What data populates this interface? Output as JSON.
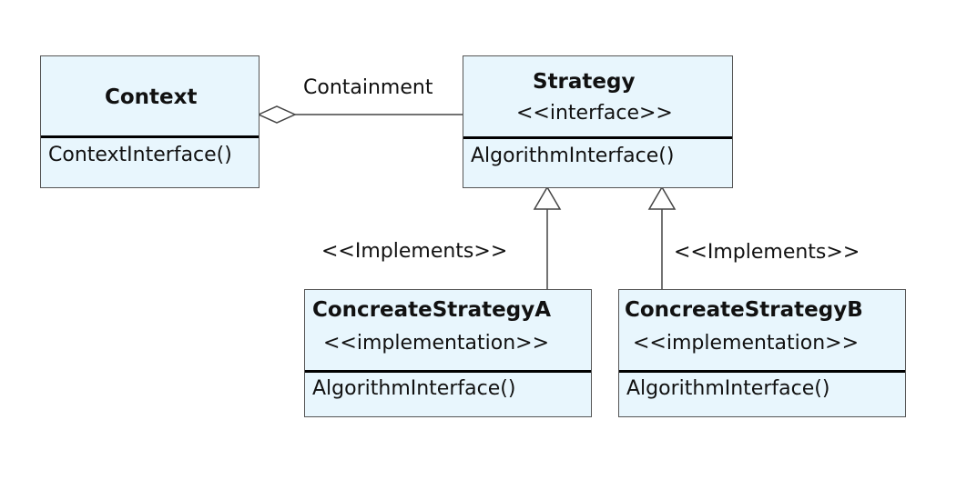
{
  "diagram": {
    "classes": {
      "context": {
        "name": "Context",
        "stereotype": "",
        "methods": [
          "ContextInterface()"
        ]
      },
      "strategy": {
        "name": "Strategy",
        "stereotype": "<<interface>>",
        "methods": [
          "AlgorithmInterface()"
        ]
      },
      "concrete_a": {
        "name": "ConcreateStrategyA",
        "stereotype": "<<implementation>>",
        "methods": [
          "AlgorithmInterface()"
        ]
      },
      "concrete_b": {
        "name": "ConcreateStrategyB",
        "stereotype": "<<implementation>>",
        "methods": [
          "AlgorithmInterface()"
        ]
      }
    },
    "relations": [
      {
        "type": "aggregation",
        "from": "strategy",
        "to": "context",
        "label": "Containment"
      },
      {
        "type": "realization",
        "from": "concrete_a",
        "to": "strategy",
        "label": "<<Implements>>"
      },
      {
        "type": "realization",
        "from": "concrete_b",
        "to": "strategy",
        "label": "<<Implements>>"
      }
    ],
    "colors": {
      "box_fill": "#e8f6fd",
      "box_border": "#555555",
      "divider": "#000000",
      "line": "#444444",
      "text": "#111111"
    }
  }
}
